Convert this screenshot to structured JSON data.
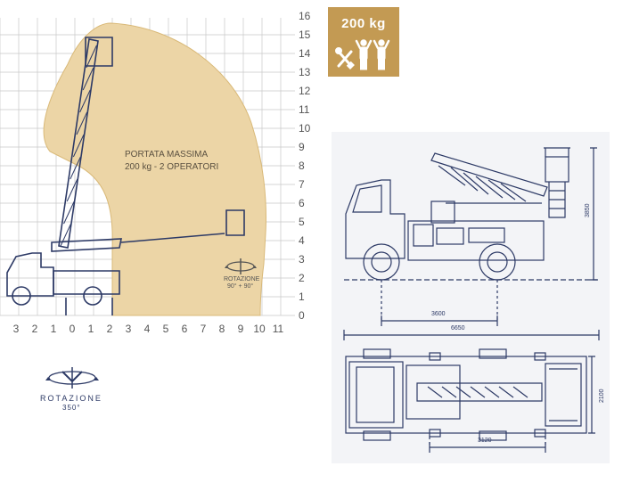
{
  "badge": {
    "text": "200 kg",
    "color": "#c39a53"
  },
  "chart": {
    "y_ticks": [
      "0",
      "1",
      "2",
      "3",
      "4",
      "5",
      "6",
      "7",
      "8",
      "9",
      "10",
      "11",
      "12",
      "13",
      "14",
      "15",
      "16"
    ],
    "x_ticks": [
      "3",
      "2",
      "1",
      "0",
      "1",
      "2",
      "3",
      "4",
      "5",
      "6",
      "7",
      "8",
      "9",
      "10",
      "11"
    ],
    "envelope_color": "#ecd5a6",
    "capacity_title": "PORTATA MASSIMA",
    "capacity_sub": "200 kg - 2 OPERATORI"
  },
  "rotation_basket": {
    "title": "ROTAZIONE",
    "value": "90° + 90°"
  },
  "rotation_turret": {
    "title": "ROTAZIONE",
    "value": "350°"
  },
  "dims": {
    "height": "3850",
    "wheelbase": "3600",
    "length": "6650",
    "width": "2100",
    "rear": "3120"
  },
  "colors": {
    "ink": "#2d3a66",
    "grid": "#c7c7c7",
    "text": "#555555"
  }
}
